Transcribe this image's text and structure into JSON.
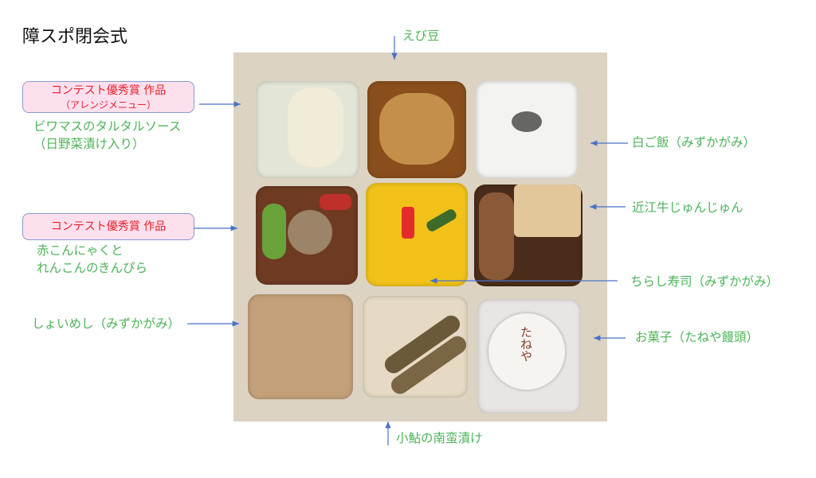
{
  "title": "障スポ閉会式",
  "labels": {
    "ebimame": "えび豆",
    "award1": {
      "main": "コンテスト優秀賞  作品",
      "sub": "（アレンジメニュー）"
    },
    "biwamasu": [
      "ビワマスのタルタルソース",
      "（日野菜漬け入り）"
    ],
    "award2": {
      "main": "コンテスト優秀賞  作品"
    },
    "konnyaku": [
      "赤こんにゃくと",
      "れんこんのきんぴら"
    ],
    "shoimeshi": "しょいめし（みずかがみ）",
    "hakugohan": "白ご飯（みずかがみ）",
    "junjun": "近江牛じゅんじゅん",
    "chirashi": "ちらし寿司（みずかがみ）",
    "okashi": "お菓子（たねや饅頭）",
    "koayu": "小鮎の南蛮漬け"
  },
  "manju_stamp": "たねや",
  "colors": {
    "label_green": "#4db35a",
    "award_red": "#e8202a",
    "award_bg": "#fde0ee",
    "arrow": "#4a72c8"
  }
}
